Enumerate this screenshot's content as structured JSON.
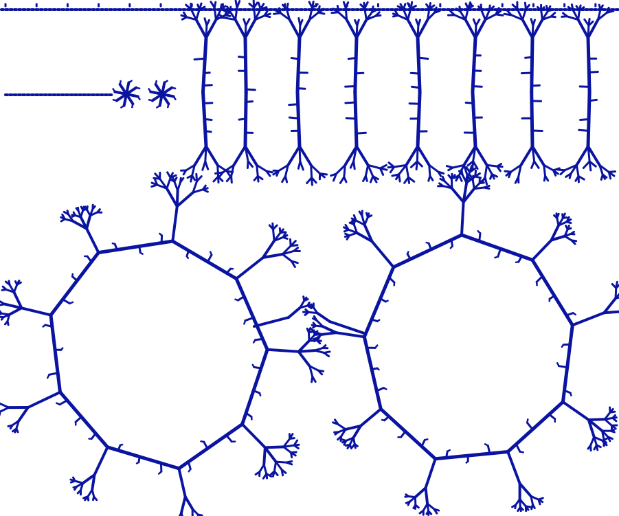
{
  "colors": {
    "background": "#ffffff",
    "stroke": "#0a14a0"
  },
  "figure": {
    "dotted_row_count": 2,
    "ladder_count": 8,
    "ring_count": 2,
    "ring_vertices": [
      9,
      9
    ]
  }
}
